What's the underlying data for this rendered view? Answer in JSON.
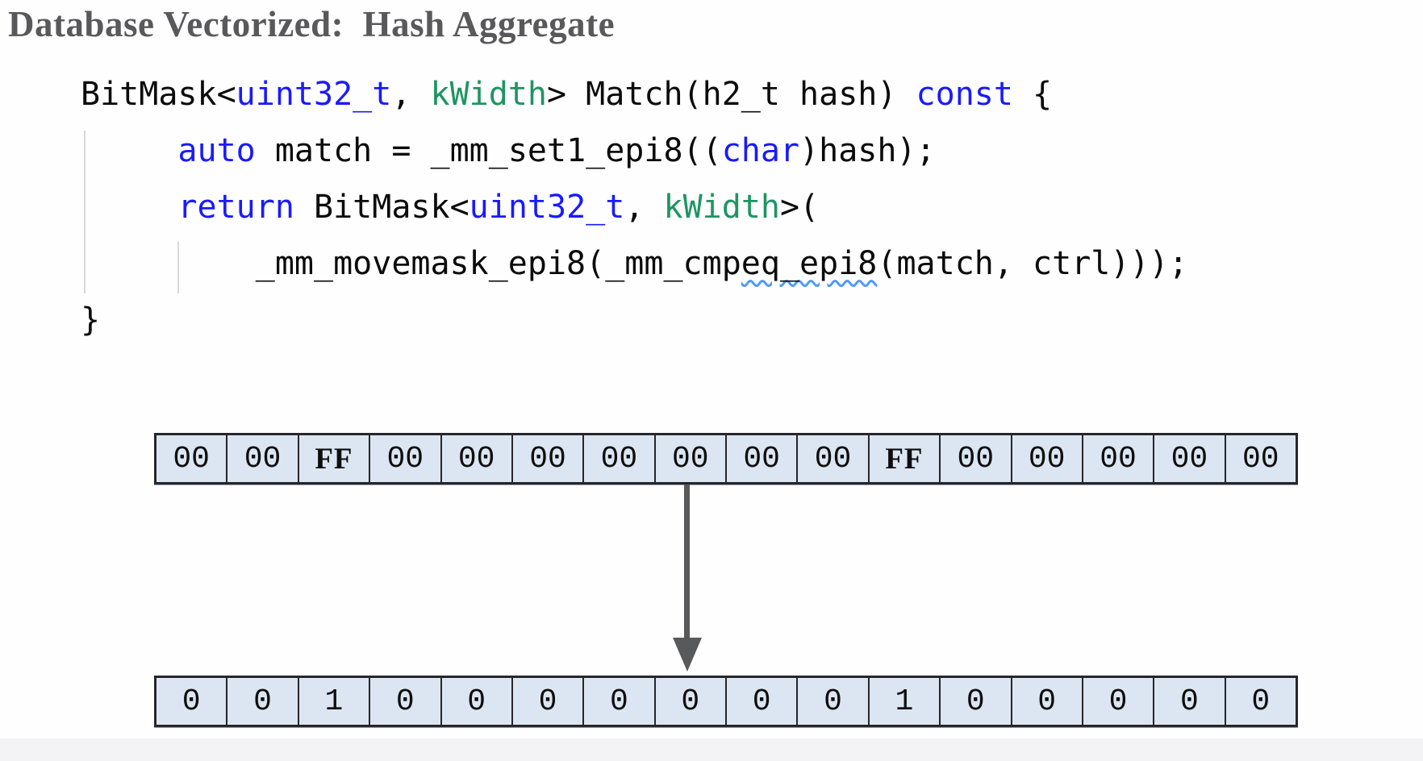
{
  "title": "Database Vectorized:  Hash Aggregate",
  "code": {
    "lines": [
      {
        "tokens": [
          {
            "t": "BitMask<",
            "c": "plain"
          },
          {
            "t": "uint32_t",
            "c": "kw"
          },
          {
            "t": ", ",
            "c": "plain"
          },
          {
            "t": "kWidth",
            "c": "type"
          },
          {
            "t": "> Match(h2_t hash) ",
            "c": "plain"
          },
          {
            "t": "const",
            "c": "kw"
          },
          {
            "t": " {",
            "c": "plain"
          }
        ]
      },
      {
        "tokens": [
          {
            "t": "     ",
            "c": "plain"
          },
          {
            "t": "auto",
            "c": "kw"
          },
          {
            "t": " match = _mm_set1_epi8((",
            "c": "plain"
          },
          {
            "t": "char",
            "c": "kw"
          },
          {
            "t": ")hash);",
            "c": "plain"
          }
        ]
      },
      {
        "tokens": [
          {
            "t": "     ",
            "c": "plain"
          },
          {
            "t": "return",
            "c": "kw"
          },
          {
            "t": " BitMask<",
            "c": "plain"
          },
          {
            "t": "uint32_t",
            "c": "kw"
          },
          {
            "t": ", ",
            "c": "plain"
          },
          {
            "t": "kWidth",
            "c": "type"
          },
          {
            "t": ">(",
            "c": "plain"
          }
        ]
      },
      {
        "tokens": [
          {
            "t": "         _mm_movemask_epi8(_mm_cmp",
            "c": "plain"
          },
          {
            "t": "eq_epi8",
            "c": "plain",
            "squiggle": true
          },
          {
            "t": "(match, ctrl)));",
            "c": "plain"
          }
        ]
      },
      {
        "tokens": [
          {
            "t": "}",
            "c": "plain"
          }
        ]
      }
    ]
  },
  "diagram": {
    "top_row": [
      "00",
      "00",
      "FF",
      "00",
      "00",
      "00",
      "00",
      "00",
      "00",
      "00",
      "FF",
      "00",
      "00",
      "00",
      "00",
      "00"
    ],
    "bottom_row": [
      "0",
      "0",
      "1",
      "0",
      "0",
      "0",
      "0",
      "0",
      "0",
      "0",
      "1",
      "0",
      "0",
      "0",
      "0",
      "0"
    ],
    "bold_values": [
      "FF"
    ],
    "arrow": "down-arrow"
  },
  "colors": {
    "title_gray": "#59595b",
    "keyword_blue": "#1a1aff",
    "type_green": "#1e9562",
    "squiggle_blue": "#4d9aff",
    "cell_background": "#dce6f2",
    "cell_border": "#26262b",
    "arrow_gray": "#58595b"
  }
}
